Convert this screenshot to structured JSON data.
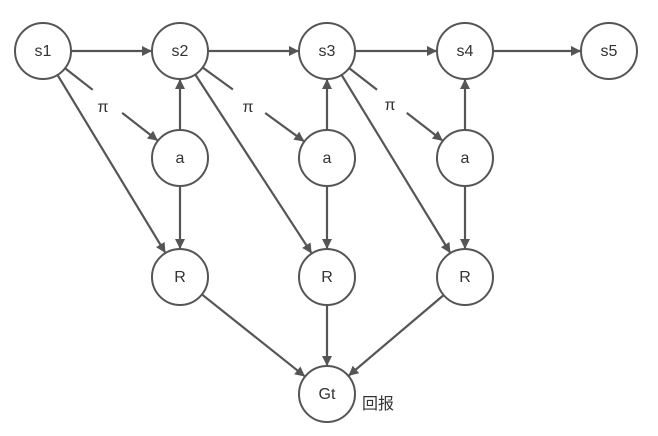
{
  "diagram": {
    "nodes": [
      {
        "id": "s1",
        "label": "s1"
      },
      {
        "id": "s2",
        "label": "s2"
      },
      {
        "id": "s3",
        "label": "s3"
      },
      {
        "id": "s4",
        "label": "s4"
      },
      {
        "id": "s5",
        "label": "s5"
      },
      {
        "id": "a1",
        "label": "a"
      },
      {
        "id": "a2",
        "label": "a"
      },
      {
        "id": "a3",
        "label": "a"
      },
      {
        "id": "R1",
        "label": "R"
      },
      {
        "id": "R2",
        "label": "R"
      },
      {
        "id": "R3",
        "label": "R"
      },
      {
        "id": "Gt",
        "label": "Gt"
      }
    ],
    "edges": [
      {
        "from": "s1",
        "to": "s2"
      },
      {
        "from": "s2",
        "to": "s3"
      },
      {
        "from": "s3",
        "to": "s4"
      },
      {
        "from": "s4",
        "to": "s5"
      },
      {
        "from": "s1",
        "to": "a1",
        "label": "π"
      },
      {
        "from": "s2",
        "to": "a2",
        "label": "π"
      },
      {
        "from": "s3",
        "to": "a3",
        "label": "π"
      },
      {
        "from": "a1",
        "to": "s2"
      },
      {
        "from": "a2",
        "to": "s3"
      },
      {
        "from": "a3",
        "to": "s4"
      },
      {
        "from": "a1",
        "to": "R1"
      },
      {
        "from": "a2",
        "to": "R2"
      },
      {
        "from": "a3",
        "to": "R3"
      },
      {
        "from": "s1",
        "to": "R1"
      },
      {
        "from": "s2",
        "to": "R2"
      },
      {
        "from": "s3",
        "to": "R3"
      },
      {
        "from": "R1",
        "to": "Gt"
      },
      {
        "from": "R2",
        "to": "Gt"
      },
      {
        "from": "R3",
        "to": "Gt"
      }
    ],
    "gt_caption": "回报",
    "colors": {
      "stroke": "#555555",
      "text": "#333333",
      "background": "#ffffff"
    }
  }
}
